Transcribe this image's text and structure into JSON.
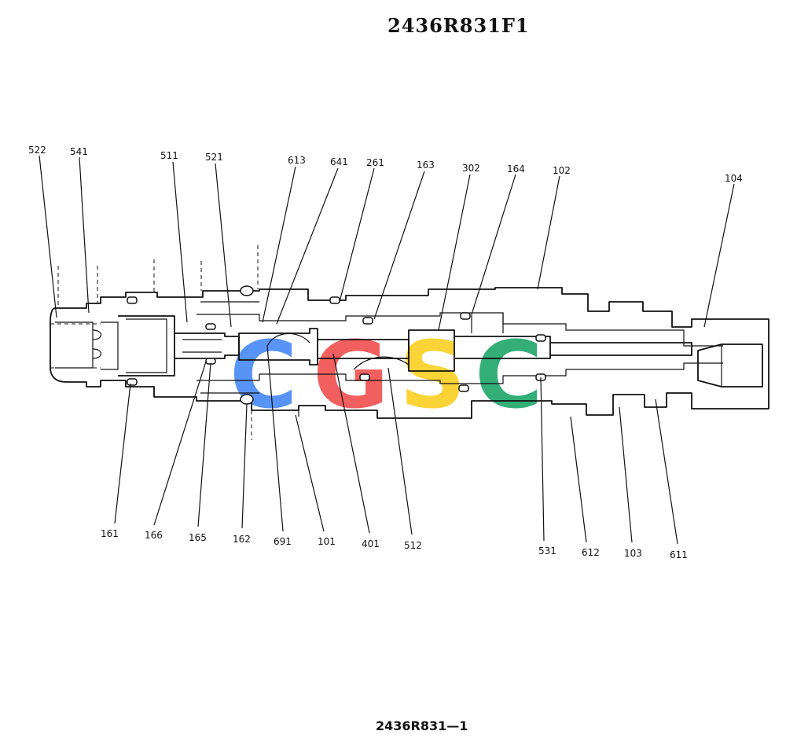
{
  "drawing_number": "2436R831F1",
  "footer_code": "2436R831—1",
  "watermark": {
    "letters": [
      "C",
      "G",
      "S",
      "C"
    ],
    "colors": [
      "#3b82f6",
      "#ef4444",
      "#facc15",
      "#10a060"
    ]
  },
  "part_labels": [
    "522",
    "541",
    "511",
    "521",
    "613",
    "641",
    "261",
    "163",
    "302",
    "164",
    "102",
    "104",
    "161",
    "166",
    "165",
    "162",
    "691",
    "101",
    "401",
    "512",
    "531",
    "612",
    "103",
    "611"
  ]
}
